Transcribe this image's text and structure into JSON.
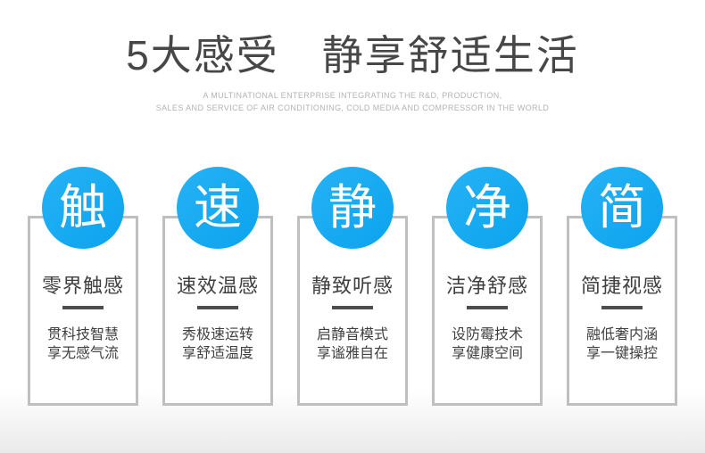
{
  "page": {
    "title": "5大感受　静享舒适生活",
    "subtitle_line1": "A MULTINATIONAL ENTERPRISE INTEGRATING THE R&D, PRODUCTION,",
    "subtitle_line2": "SALES AND SERVICE OF AIR CONDITIONING, COLD MEDIA AND COMPRESSOR IN THE WORLD"
  },
  "colors": {
    "accent_blue": "#0da6ef",
    "card_border": "#bfbfbf",
    "underline_bar": "#4d4d4d",
    "title_text": "#474747",
    "subtitle_text": "#b3b3b3",
    "body_text": "#3f3f3f"
  },
  "cards": [
    {
      "badge": "触",
      "title": "零界触感",
      "desc_line1": "贯科技智慧",
      "desc_line2": "享无感气流"
    },
    {
      "badge": "速",
      "title": "速效温感",
      "desc_line1": "秀极速运转",
      "desc_line2": "享舒适温度"
    },
    {
      "badge": "静",
      "title": "静致听感",
      "desc_line1": "启静音模式",
      "desc_line2": "享谧雅自在"
    },
    {
      "badge": "净",
      "title": "洁净舒感",
      "desc_line1": "设防霉技术",
      "desc_line2": "享健康空间"
    },
    {
      "badge": "简",
      "title": "简捷视感",
      "desc_line1": "融低奢内涵",
      "desc_line2": "享一键操控"
    }
  ]
}
